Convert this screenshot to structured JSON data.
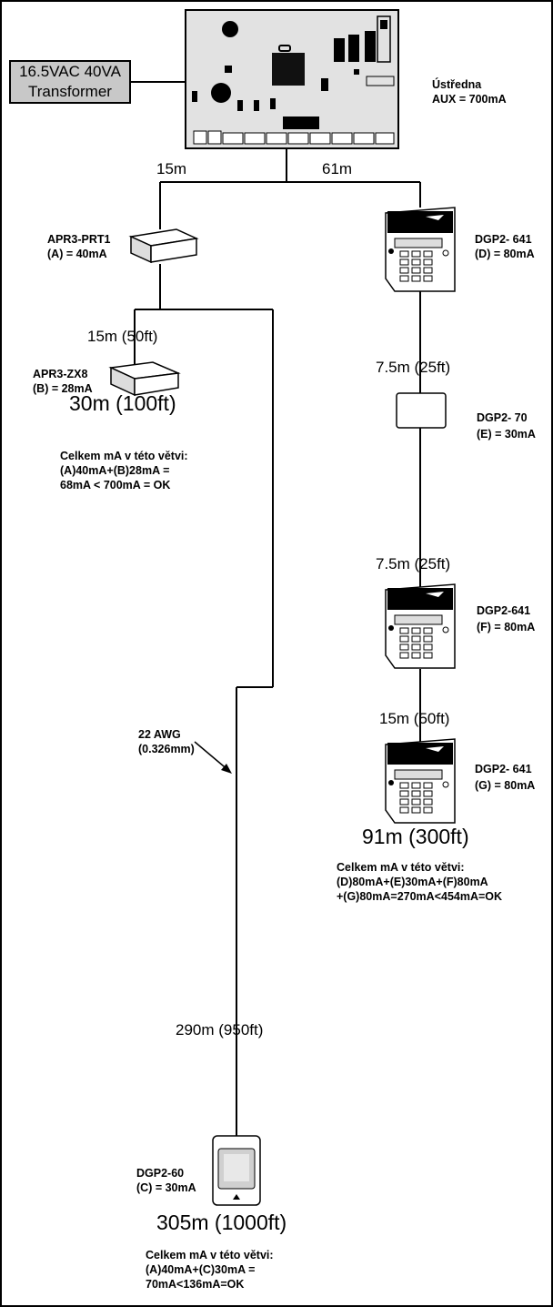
{
  "panel": {
    "label": "Ústředna",
    "aux": "AUX = 700mA"
  },
  "transformer": {
    "line1": "16.5VAC 40VA",
    "line2": "Transformer"
  },
  "distances": {
    "left_top": "15m",
    "right_top": "61m",
    "prt_to_zx8": "15m (50ft)",
    "d_to_e": "7.5m (25ft)",
    "e_to_f": "7.5m (25ft)",
    "f_to_g": "15m (50ft)",
    "c_run": "290m (950ft)"
  },
  "devices": {
    "prt1": {
      "name": "APR3-PRT1",
      "current": "(A) = 40mA"
    },
    "zx8": {
      "name": "APR3-ZX8",
      "current": "(B) = 28mA"
    },
    "d": {
      "name": "DGP2- 641",
      "current": "(D) = 80mA"
    },
    "e": {
      "name": "DGP2- 70",
      "current": "(E) = 30mA"
    },
    "f": {
      "name": "DGP2-641",
      "current": "(F) = 80mA"
    },
    "g": {
      "name": "DGP2- 641",
      "current": "(G) = 80mA"
    },
    "c": {
      "name": "DGP2-60",
      "current": "(C) = 30mA"
    }
  },
  "totals": {
    "left": "30m (100ft)",
    "right": "91m (300ft)",
    "bottom": "305m (1000ft)"
  },
  "wire": {
    "gauge": "22 AWG",
    "diameter": "(0.326mm)"
  },
  "summaries": {
    "left": [
      "Celkem mA v této větvi:",
      "(A)40mA+(B)28mA =",
      "68mA < 700mA = OK"
    ],
    "right": [
      "Celkem mA v této větvi:",
      "(D)80mA+(E)30mA+(F)80mA",
      "+(G)80mA=270mA<454mA=OK"
    ],
    "bottom": [
      "Celkem mA v této větvi:",
      "(A)40mA+(C)30mA =",
      "70mA<136mA=OK"
    ]
  }
}
